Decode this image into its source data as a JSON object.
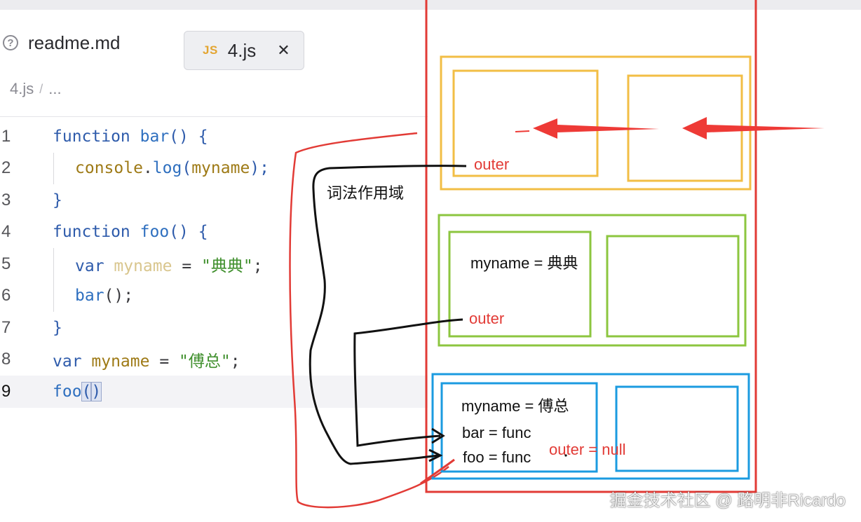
{
  "tabs": [
    {
      "label": "readme.md",
      "icon": "help-icon"
    },
    {
      "label": "4.js",
      "icon": "js-icon",
      "icon_text": "JS",
      "active": true
    }
  ],
  "breadcrumb": {
    "file": "4.js",
    "separator": "/",
    "more": "..."
  },
  "editor": {
    "current_line": 9,
    "lines": [
      {
        "number": "1",
        "tokens": [
          "function",
          " bar",
          "() {"
        ]
      },
      {
        "number": "2",
        "tokens": [
          "console",
          ".",
          "log",
          "(",
          "myname",
          ");"
        ]
      },
      {
        "number": "3",
        "tokens": [
          "}"
        ]
      },
      {
        "number": "4",
        "tokens": [
          "function",
          " foo",
          "() {"
        ]
      },
      {
        "number": "5",
        "tokens": [
          "var",
          " myname",
          " = ",
          "\"典典\"",
          ";"
        ]
      },
      {
        "number": "6",
        "tokens": [
          "bar",
          "();"
        ]
      },
      {
        "number": "7",
        "tokens": [
          "}"
        ]
      },
      {
        "number": "8",
        "tokens": [
          "var",
          " myname",
          " = ",
          "\"傅总\"",
          ";"
        ]
      },
      {
        "number": "9",
        "tokens": [
          "foo",
          "(",
          ")"
        ]
      }
    ]
  },
  "annotations": {
    "lexical_scope": "词法作用域",
    "bar_context": {
      "outer": "outer"
    },
    "foo_context": {
      "variable": "myname = 典典",
      "outer": "outer"
    },
    "global_context": {
      "variable": "myname = 傅总",
      "bar": "bar = func",
      "foo": "foo = func",
      "outer": "outer = null"
    },
    "colors": {
      "call_stack": "#e23b36",
      "bar_context": "#f2be45",
      "foo_context": "#8cc63f",
      "global_context": "#1b9be0",
      "arrow": "#ee3a36",
      "pen": "#111111"
    }
  },
  "watermark": "掘金技术社区 @ 路明非Ricardo"
}
